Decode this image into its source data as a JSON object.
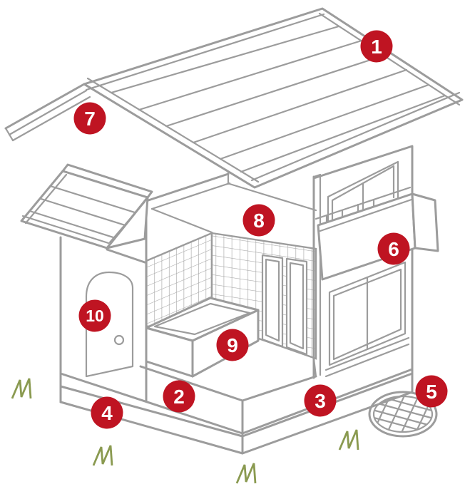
{
  "figure": {
    "type": "house-cutaway-diagram",
    "background_color": "#ffffff",
    "colors": {
      "outline": "#9c9c9c",
      "tile_grid": "#a8a8a8",
      "badge_fill": "#bf1422",
      "badge_text": "#ffffff",
      "grass": "#8a9a50"
    },
    "callouts": [
      {
        "number": "1"
      },
      {
        "number": "2"
      },
      {
        "number": "3"
      },
      {
        "number": "4"
      },
      {
        "number": "5"
      },
      {
        "number": "6"
      },
      {
        "number": "7"
      },
      {
        "number": "8"
      },
      {
        "number": "9"
      },
      {
        "number": "10"
      }
    ],
    "parts": [
      "main-roof",
      "porch-roof",
      "entrance-door",
      "bathroom-tile-walls",
      "bathtub",
      "sliding-doors",
      "balcony",
      "upper-window",
      "lower-window",
      "foundation-base",
      "drain-cover",
      "grass-tufts"
    ],
    "grass_tuft_count": 4
  }
}
